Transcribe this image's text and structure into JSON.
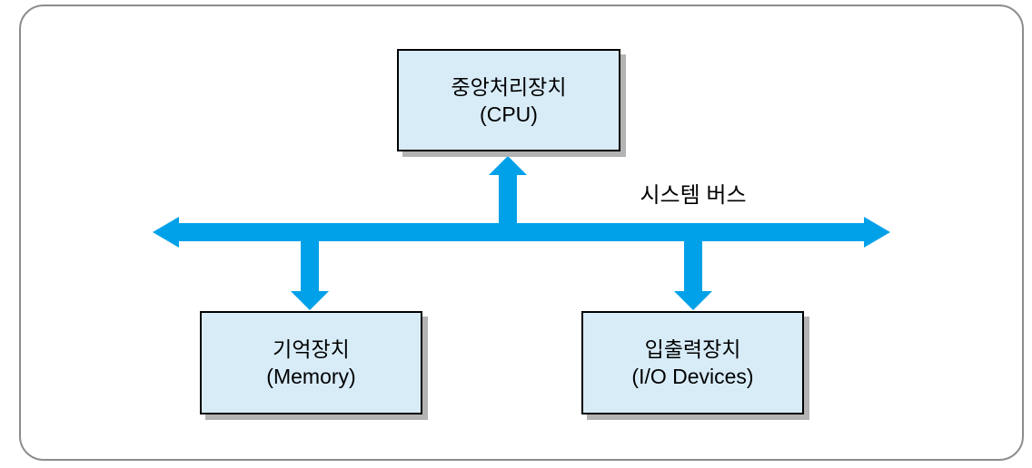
{
  "diagram": {
    "bus_label": "시스템 버스",
    "nodes": {
      "cpu": {
        "name": "중앙처리장치",
        "sub": "(CPU)"
      },
      "memory": {
        "name": "기억장치",
        "sub": "(Memory)"
      },
      "io": {
        "name": "입출력장치",
        "sub": "(I/O Devices)"
      }
    },
    "colors": {
      "bus": "#00A1E9",
      "node-fill": "#D8ECF8",
      "node-border": "#000000",
      "node-shadow": "#B3B3B3",
      "frame-border": "#8C8C8C",
      "text": "#000000"
    }
  }
}
